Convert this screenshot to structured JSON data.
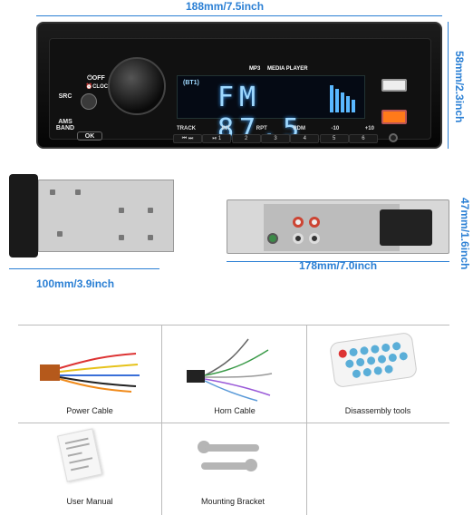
{
  "dimensions": {
    "width_top": "188mm/7.5inch",
    "height_right": "58mm/2.3inch",
    "side_depth": "100mm/3.9inch",
    "back_width": "178mm/7.0inch",
    "back_height": "47mm/1.6inch"
  },
  "radio": {
    "src_label": "SRC",
    "off_label": "⏻OFF",
    "clock_label": "⏰CLOCK",
    "ams_label": "AMS BAND",
    "ok_label": "OK",
    "mp3_label": "MP3",
    "media_player_label": "MEDIA PLAYER",
    "bt_label": "(BT1)",
    "display_text": "FM 87.5",
    "track_label": "TRACK",
    "int_label": "INT",
    "rpt_label": "RPT",
    "rdm_label": "RDM",
    "minus10_label": "-10",
    "plus10_label": "+10",
    "presets": [
      "⏮ ⏭",
      "⏯ 1",
      "2",
      "3",
      "4",
      "5",
      "6"
    ],
    "accent_color": "#9fd9ff",
    "usb_color": "#ff7a1a"
  },
  "accessories": [
    {
      "label": "Power Cable"
    },
    {
      "label": "Horn Cable"
    },
    {
      "label": "Disassembly tools"
    },
    {
      "label": "User Manual"
    },
    {
      "label": "Mounting Bracket"
    }
  ],
  "dimension_color": "#2a7fd4"
}
